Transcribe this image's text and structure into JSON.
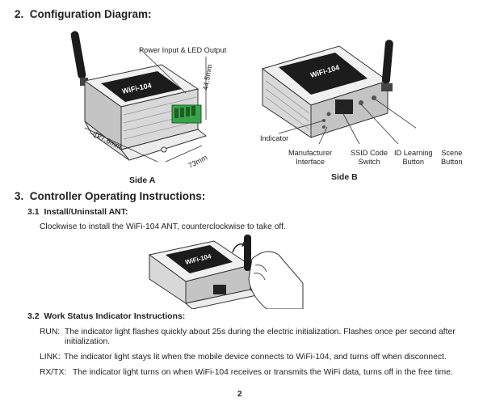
{
  "sections": {
    "config": {
      "number": "2.",
      "title": "Configuration Diagram:"
    },
    "controller": {
      "number": "3.",
      "title": "Controller Operating Instructions:"
    }
  },
  "side_a": {
    "caption": "Side A",
    "power_label": "Power Input & LED Output",
    "dim_height": "44.5mm",
    "dim_length": "127.6mm",
    "dim_width": "73mm",
    "device_brand": "WiFi-104"
  },
  "side_b": {
    "caption": "Side B",
    "labels": {
      "indicator": "Indicator",
      "manufacturer": [
        "Manufacturer",
        "Interface"
      ],
      "ssid": [
        "SSID Code",
        "Switch"
      ],
      "id_learning": [
        "ID Learning",
        "Button"
      ],
      "scene": [
        "Scene",
        "Button"
      ]
    }
  },
  "install": {
    "number": "3.1",
    "title": "Install/Uninstall ANT:",
    "text": "Clockwise to install the WiFi-104 ANT, counterclockwise to take off."
  },
  "status": {
    "number": "3.2",
    "title": "Work Status Indicator Instructions:",
    "items": [
      {
        "term": "RUN:",
        "text": "The indicator light flashes quickly about 25s during the electric initialization. Flashes once per second after initialization."
      },
      {
        "term": "LINK:",
        "text": "The indicator light stays lit when the mobile device connects to WiFi-104, and turns off when disconnect."
      },
      {
        "term": "RX/TX:",
        "text": "The indicator light turns on when WiFi-104 receives or transmits the WiFi data, turns off in the free time."
      }
    ]
  },
  "page_number": "2"
}
